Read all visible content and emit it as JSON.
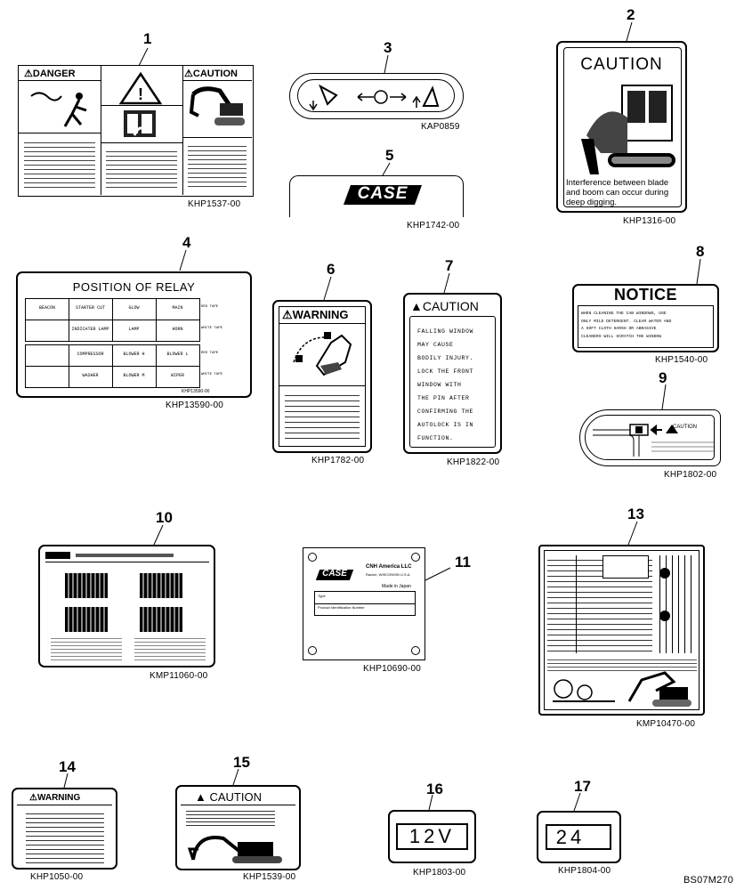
{
  "diagram_id": "BS07M270",
  "decals": [
    {
      "callout": "1",
      "part": "KHP1537-00",
      "danger": "DANGER",
      "caution": "CAUTION"
    },
    {
      "callout": "2",
      "part": "KHP1316-00",
      "heading": "CAUTION",
      "text": "Interference between blade and boom can occur during deep digging."
    },
    {
      "callout": "3",
      "part": "KAP0859"
    },
    {
      "callout": "4",
      "part": "KHP13590-00",
      "small_part": "KHP13590-00",
      "heading": "POSITION OF RELAY",
      "row1": [
        "BEACON",
        "STARTER CUT",
        "GLOW",
        "MAIN"
      ],
      "row2": [
        "",
        "INDICATER LAMP",
        "LAMP",
        "HORN"
      ],
      "row3": [
        "",
        "COMPRESSOR",
        "BLOWER H",
        "BLOWER L"
      ],
      "row4": [
        "",
        "WASHER",
        "BLOWER M",
        "WIPER"
      ],
      "tape1": "RED TAPE",
      "tape2": "WHITE TAPE",
      "tape3": "RED TAPE",
      "tape4": "WHITE TAPE"
    },
    {
      "callout": "5",
      "part": "KHP1742-00",
      "logo": "CASE"
    },
    {
      "callout": "6",
      "part": "KHP1782-00",
      "heading": "WARNING"
    },
    {
      "callout": "7",
      "part": "KHP1822-00",
      "heading": "CAUTION",
      "lines": [
        "FALLING WINDOW",
        "MAY CAUSE",
        "BODILY INJURY.",
        "LOCK THE FRONT",
        "WINDOW WITH",
        "THE PIN AFTER",
        "CONFIRMING THE",
        "AUTOLOCK IS IN",
        "FUNCTION."
      ]
    },
    {
      "callout": "8",
      "part": "KHP1540-00",
      "heading": "NOTICE",
      "lines": [
        "WHEN CLEANING THE CAB WINDOWS, USE",
        "ONLY MILD DETERGENT. CLEAR WATER AND",
        "A SOFT CLOTH   HARSH OR ABRASIVE",
        "CLEANERS WILL SCRATCH THE WINDOW"
      ]
    },
    {
      "callout": "9",
      "part": "KHP1802-00",
      "heading": "CAUTION"
    },
    {
      "callout": "10",
      "part": "KMP11060-00"
    },
    {
      "callout": "11",
      "part": "KHP10690-00",
      "company": "CNH America LLC",
      "address": "Racine, WISCONSIN U.S.A.",
      "made": "Made in Japan",
      "type_label": "Type",
      "pin_label": "Product Identification Number"
    },
    {
      "callout": "13",
      "part": "KMP10470-00"
    },
    {
      "callout": "14",
      "part": "KHP1050-00",
      "heading": "WARNING"
    },
    {
      "callout": "15",
      "part": "KHP1539-00",
      "heading": "CAUTION"
    },
    {
      "callout": "16",
      "part": "KHP1803-00",
      "text": "12V"
    },
    {
      "callout": "17",
      "part": "KHP1804-00",
      "text": "24"
    }
  ]
}
